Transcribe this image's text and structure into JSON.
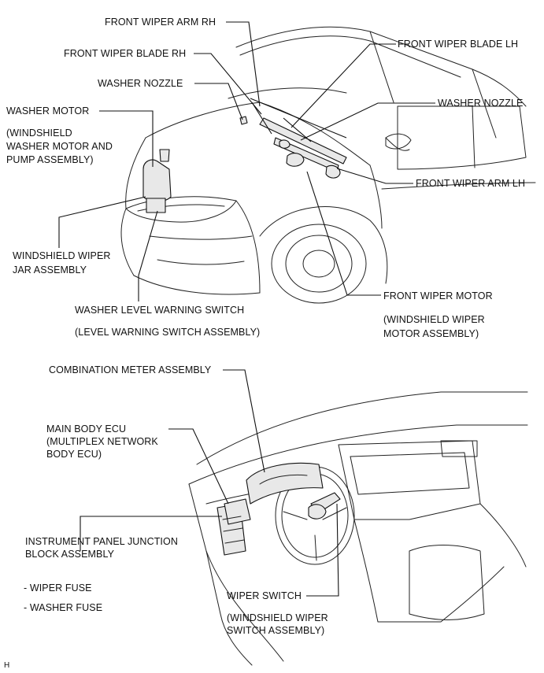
{
  "labels": {
    "front_wiper_arm_rh": "FRONT WIPER ARM RH",
    "front_wiper_blade_rh": "FRONT WIPER BLADE RH",
    "washer_nozzle_left": "WASHER NOZZLE",
    "washer_motor": "WASHER MOTOR",
    "washer_motor_desc": "(WINDSHIELD\nWASHER MOTOR AND\nPUMP ASSEMBLY)",
    "front_wiper_blade_lh": "FRONT WIPER BLADE LH",
    "washer_nozzle_right": "WASHER NOZZLE",
    "front_wiper_arm_lh": "FRONT WIPER ARM LH",
    "windshield_wiper_jar": "WINDSHIELD WIPER\nJAR ASSEMBLY",
    "washer_level_switch": "WASHER LEVEL WARNING SWITCH",
    "washer_level_switch_desc": "(LEVEL WARNING SWITCH ASSEMBLY)",
    "front_wiper_motor": "FRONT WIPER MOTOR",
    "front_wiper_motor_desc": "(WINDSHIELD WIPER\nMOTOR ASSEMBLY)",
    "combination_meter": "COMBINATION METER ASSEMBLY",
    "main_body_ecu": "MAIN BODY ECU\n(MULTIPLEX NETWORK\nBODY ECU)",
    "instrument_panel_jb": "INSTRUMENT PANEL JUNCTION\nBLOCK ASSEMBLY",
    "wiper_fuse": "- WIPER FUSE",
    "washer_fuse": "- WASHER FUSE",
    "wiper_switch": "WIPER SWITCH",
    "wiper_switch_desc": "(WINDSHIELD WIPER\nSWITCH ASSEMBLY)",
    "corner_mark": "H"
  }
}
